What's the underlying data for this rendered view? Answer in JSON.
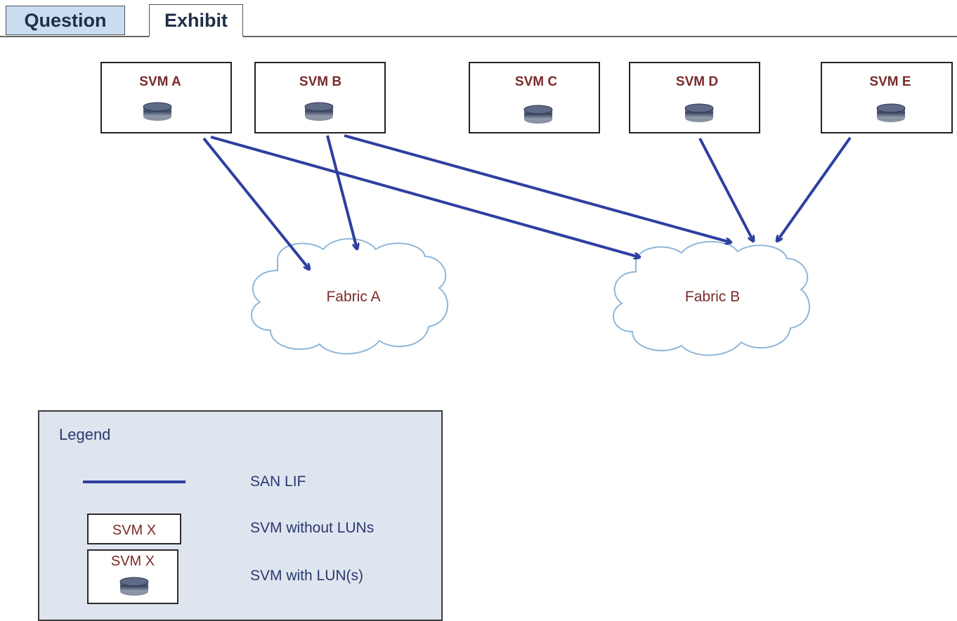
{
  "tabs": [
    {
      "label": "Question"
    },
    {
      "label": "Exhibit"
    }
  ],
  "svms": [
    {
      "label": "SVM A",
      "has_lun": true
    },
    {
      "label": "SVM B",
      "has_lun": true
    },
    {
      "label": "SVM C",
      "has_lun": true
    },
    {
      "label": "SVM D",
      "has_lun": true
    },
    {
      "label": "SVM E",
      "has_lun": true
    }
  ],
  "fabrics": [
    {
      "label": "Fabric A"
    },
    {
      "label": "Fabric B"
    }
  ],
  "connections": [
    {
      "from": "SVM A",
      "to": "Fabric A"
    },
    {
      "from": "SVM A",
      "to": "Fabric B"
    },
    {
      "from": "SVM B",
      "to": "Fabric A"
    },
    {
      "from": "SVM B",
      "to": "Fabric B"
    },
    {
      "from": "SVM D",
      "to": "Fabric B"
    },
    {
      "from": "SVM E",
      "to": "Fabric B"
    }
  ],
  "legend": {
    "title": "Legend",
    "san_lif": "SAN LIF",
    "svm_without_luns": "SVM without LUNs",
    "svm_with_luns": "SVM with LUN(s)",
    "svm_x": "SVM X"
  },
  "colors": {
    "arrow": "#2f3fa0",
    "label": "#7a2a2a",
    "tab_active_bg": "#ffffff",
    "tab_inactive_bg": "#c9dcf0",
    "legend_bg": "#dfe5ef"
  }
}
